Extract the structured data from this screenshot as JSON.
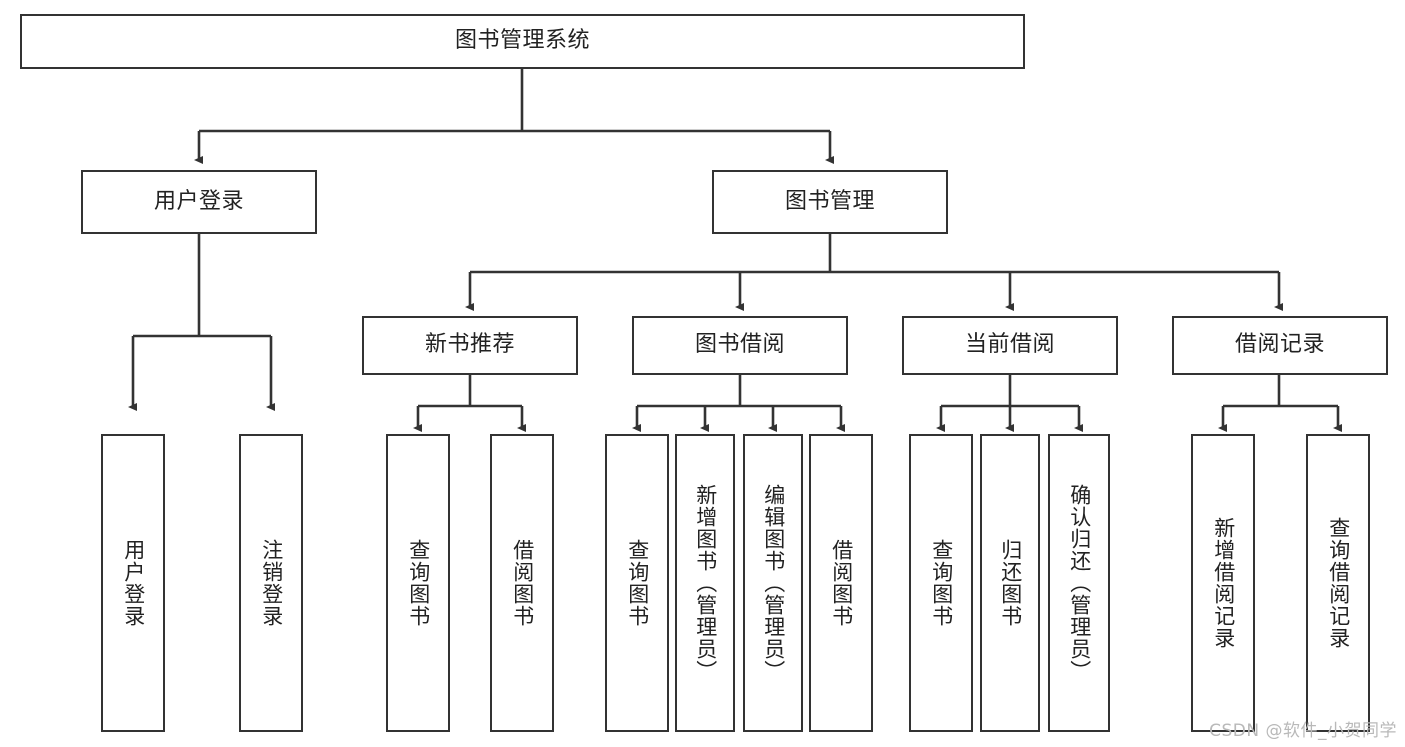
{
  "diagram": {
    "type": "tree-flowchart",
    "title": "图书管理系统",
    "watermark": "CSDN @软件_小贺同学",
    "colors": {
      "box_border": "#333333",
      "box_fill": "#ffffff",
      "edge": "#333333",
      "text": "#222222",
      "watermark": "#b9b9b9"
    },
    "nodes": {
      "root": {
        "label": "图书管理系统"
      },
      "level2": [
        {
          "label": "用户登录"
        },
        {
          "label": "图书管理"
        }
      ],
      "level3": [
        {
          "label": "新书推荐"
        },
        {
          "label": "图书借阅"
        },
        {
          "label": "当前借阅"
        },
        {
          "label": "借阅记录"
        }
      ],
      "leaves_user_login": [
        {
          "label": "用户登录"
        },
        {
          "label": "注销登录"
        }
      ],
      "leaves_new_book": [
        {
          "label": "查询图书"
        },
        {
          "label": "借阅图书"
        }
      ],
      "leaves_borrow": [
        {
          "label": "查询图书"
        },
        {
          "label": "新增图书（管理员）"
        },
        {
          "label": "编辑图书（管理员）"
        },
        {
          "label": "借阅图书"
        }
      ],
      "leaves_current": [
        {
          "label": "查询图书"
        },
        {
          "label": "归还图书"
        },
        {
          "label": "确认归还（管理员）"
        }
      ],
      "leaves_record": [
        {
          "label": "新增借阅记录"
        },
        {
          "label": "查询借阅记录"
        }
      ]
    }
  }
}
